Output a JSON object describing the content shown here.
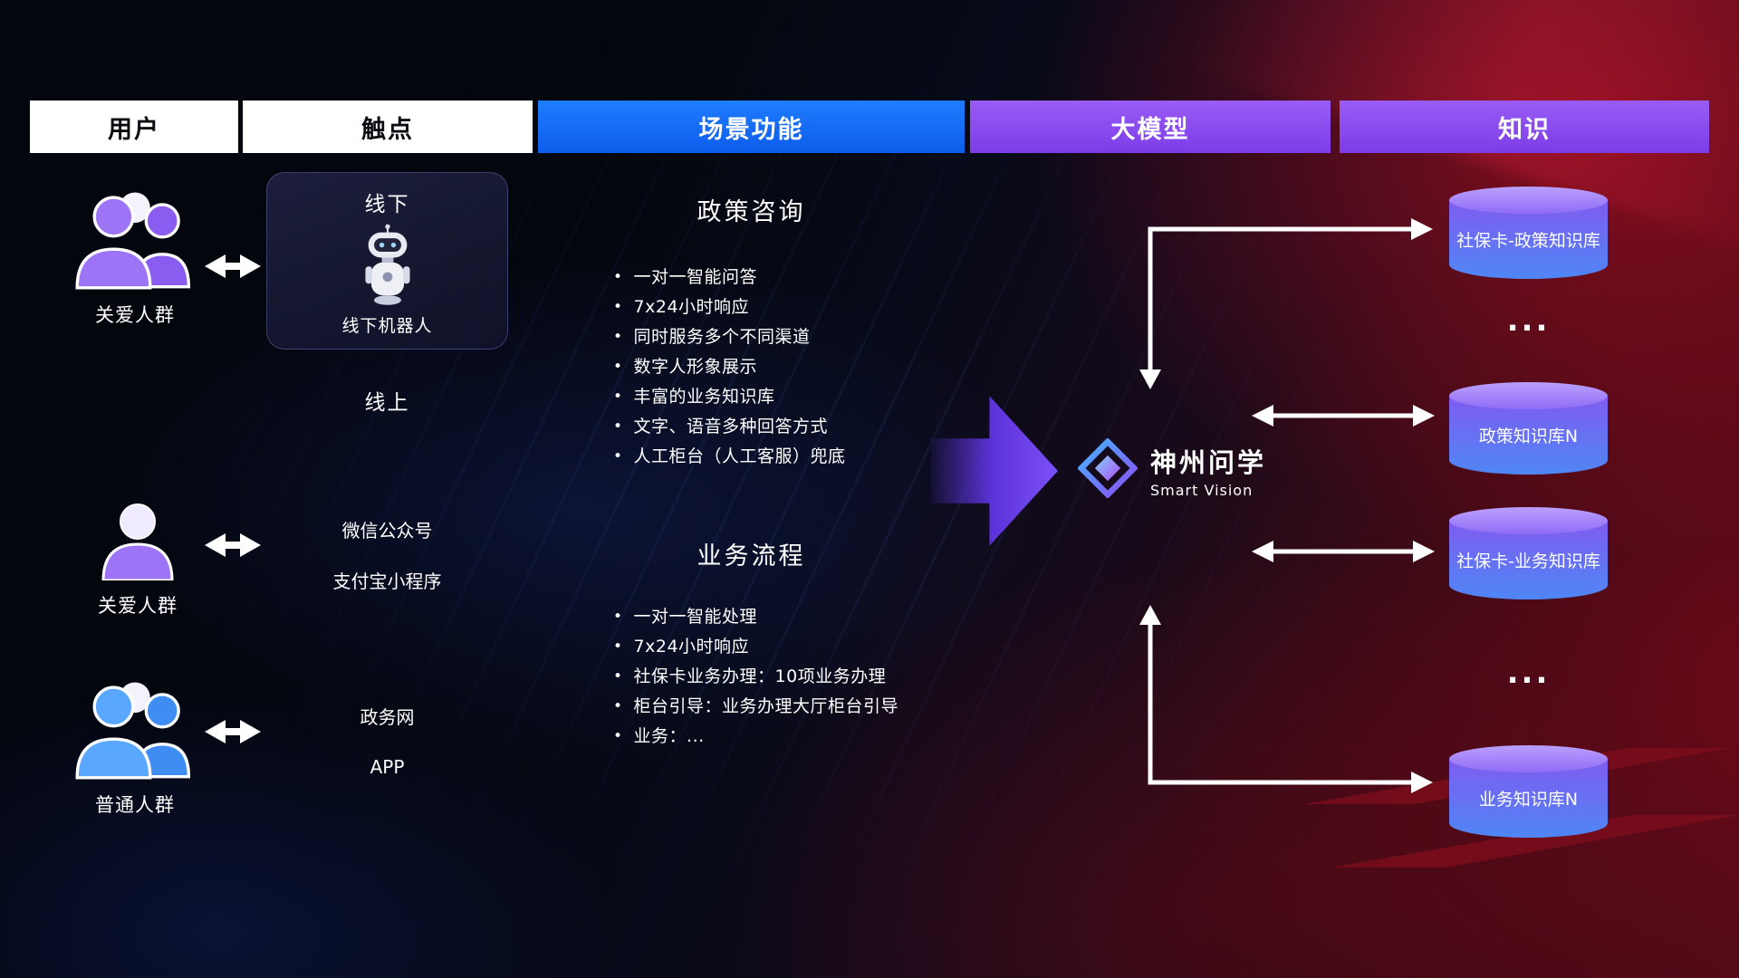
{
  "headers": [
    {
      "label": "用户"
    },
    {
      "label": "触点"
    },
    {
      "label": "场景功能"
    },
    {
      "label": "大模型"
    },
    {
      "label": "知识"
    }
  ],
  "users": [
    {
      "label": "关爱人群"
    },
    {
      "label": "关爱人群"
    },
    {
      "label": "普通人群"
    }
  ],
  "touchpoints": {
    "offline_title": "线下",
    "offline_caption": "线下机器人",
    "online_title": "线上",
    "channel_wechat": "微信公众号",
    "channel_alipay": "支付宝小程序",
    "channel_gov": "政务网",
    "channel_app": "APP"
  },
  "scenarios": {
    "policy": {
      "title": "政策咨询",
      "items": [
        "一对一智能问答",
        "7x24小时响应",
        "同时服务多个不同渠道",
        "数字人形象展示",
        "丰富的业务知识库",
        "文字、语音多种回答方式",
        "人工柜台（人工客服）兜底"
      ]
    },
    "business": {
      "title": "业务流程",
      "items": [
        "一对一智能处理",
        "7x24小时响应",
        "社保卡业务办理：10项业务办理",
        "柜台引导：业务办理大厅柜台引导",
        "业务：..."
      ]
    }
  },
  "model": {
    "name": "神州问学",
    "subtitle": "Smart Vision"
  },
  "knowledge": {
    "db1": "社保卡-政策知识库",
    "ellipsis1": "...",
    "db2": "政策知识库N",
    "db3": "社保卡-业务知识库",
    "ellipsis2": "...",
    "db4": "业务知识库N"
  },
  "colors": {
    "header_blue": "#1673ff",
    "header_purple": "#8e49f0",
    "cylinder_top": "#a98ef9",
    "cylinder_body_top": "#7f5cf0",
    "cylinder_body_bottom": "#4f86f5",
    "flow_arrow_purple": "#6d3ef0",
    "accent_red": "#8a0f1d",
    "user_purple": "#9d74f6",
    "user_blue": "#4f9cf5"
  }
}
